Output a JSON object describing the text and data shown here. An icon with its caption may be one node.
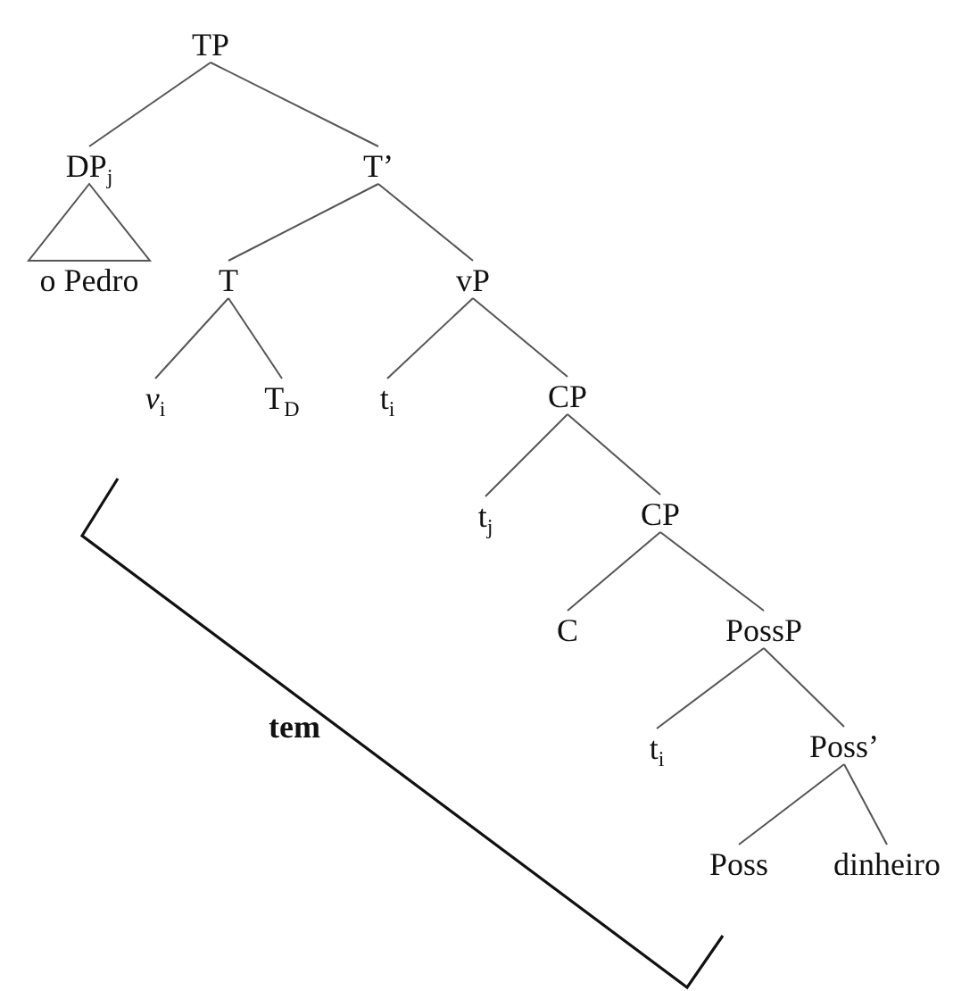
{
  "diagram": {
    "nodes": [
      {
        "text": [
          "TP"
        ]
      },
      {
        "text": [
          "DP$_{j}$"
        ]
      },
      {
        "text": [
          "T’"
        ]
      },
      {
        "text": [
          "o Pedro"
        ]
      },
      {
        "text": [
          "T"
        ]
      },
      {
        "text": [
          "vP"
        ]
      },
      {
        "text": [
          "*v*$_{i}$"
        ]
      },
      {
        "text": [
          "T$_{D}$"
        ]
      },
      {
        "text": [
          "t$_{i}$"
        ]
      },
      {
        "text": [
          "CP"
        ]
      },
      {
        "text": [
          "t$_{j}$"
        ]
      },
      {
        "text": [
          "CP"
        ]
      },
      {
        "text": [
          "C"
        ]
      },
      {
        "text": [
          "PossP"
        ]
      },
      {
        "text": [
          "t$_{i}$"
        ]
      },
      {
        "text": [
          "Poss’"
        ]
      },
      {
        "text": [
          "Poss"
        ]
      },
      {
        "text": [
          "dinheiro"
        ]
      }
    ],
    "edges": [
      {
        "from": 0,
        "to": 1,
        "arrow": "none"
      },
      {
        "from": 0,
        "to": 2,
        "arrow": "none"
      },
      {
        "from": 1,
        "to": 3,
        "arrow": "none"
      },
      {
        "from": 2,
        "to": 4,
        "arrow": "none"
      },
      {
        "from": 2,
        "to": 5,
        "arrow": "none"
      },
      {
        "from": 4,
        "to": 6,
        "arrow": "none"
      },
      {
        "from": 4,
        "to": 7,
        "arrow": "none"
      },
      {
        "from": 5,
        "to": 8,
        "arrow": "none"
      },
      {
        "from": 5,
        "to": 9,
        "arrow": "none"
      },
      {
        "from": 9,
        "to": 10,
        "arrow": "none"
      },
      {
        "from": 9,
        "to": 11,
        "arrow": "none"
      },
      {
        "from": 11,
        "to": 12,
        "arrow": "none"
      },
      {
        "from": 11,
        "to": 13,
        "arrow": "none"
      },
      {
        "from": 13,
        "to": 14,
        "arrow": "none"
      },
      {
        "from": 13,
        "to": 15,
        "arrow": "none"
      },
      {
        "from": 15,
        "to": 16,
        "arrow": "none"
      },
      {
        "from": 15,
        "to": 17,
        "arrow": "none"
      }
    ],
    "labels": [
      "tem"
    ]
  }
}
